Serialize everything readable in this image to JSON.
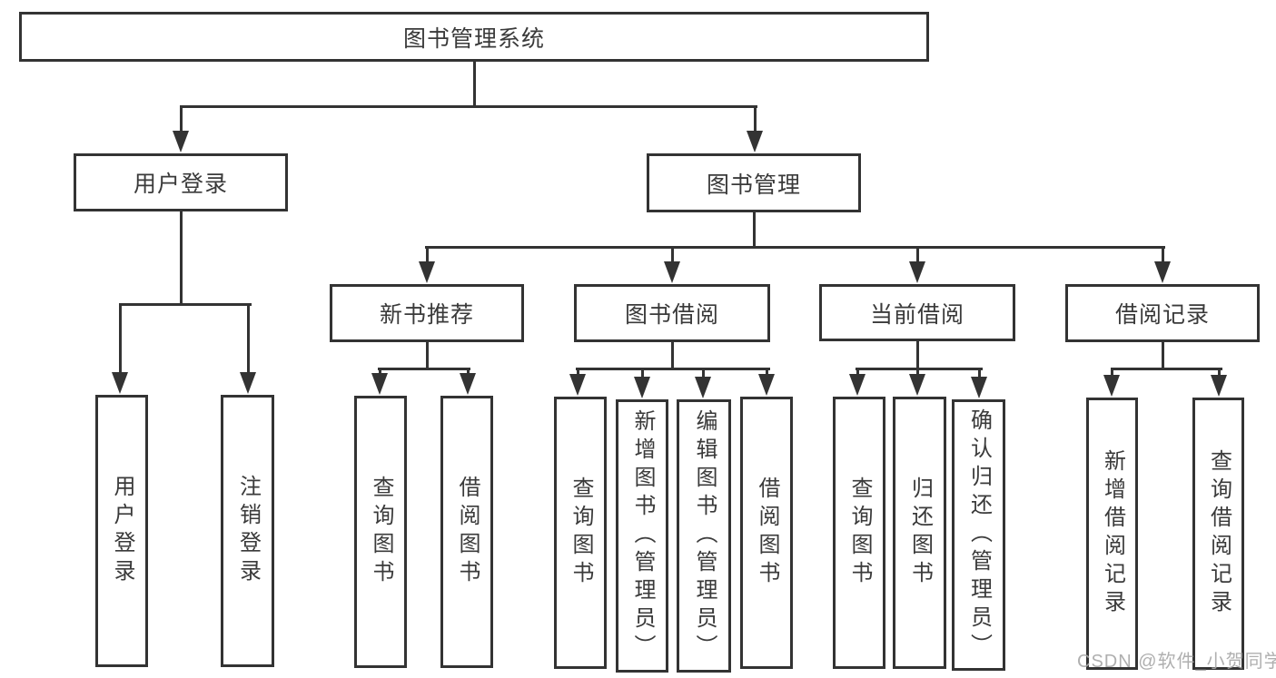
{
  "diagram": {
    "title": "图书管理系统",
    "nodes": {
      "root": {
        "label": "图书管理系统"
      },
      "user_login": {
        "label": "用户登录"
      },
      "book_management": {
        "label": "图书管理"
      },
      "new_book_recommend": {
        "label": "新书推荐"
      },
      "book_borrowing": {
        "label": "图书借阅"
      },
      "current_borrowing": {
        "label": "当前借阅"
      },
      "borrowing_records": {
        "label": "借阅记录"
      },
      "leaf_user_login": {
        "label": "用户登录"
      },
      "leaf_logout": {
        "label": "注销登录"
      },
      "leaf_nbr_query": {
        "label": "查询图书"
      },
      "leaf_nbr_borrow": {
        "label": "借阅图书"
      },
      "leaf_bb_query": {
        "label": "查询图书"
      },
      "leaf_bb_add": {
        "label": "新增图书（管理员）"
      },
      "leaf_bb_edit": {
        "label": "编辑图书（管理员）"
      },
      "leaf_bb_borrow": {
        "label": "借阅图书"
      },
      "leaf_cb_query": {
        "label": "查询图书"
      },
      "leaf_cb_return": {
        "label": "归还图书"
      },
      "leaf_cb_confirm": {
        "label": "确认归还（管理员）"
      },
      "leaf_br_add": {
        "label": "新增借阅记录"
      },
      "leaf_br_query": {
        "label": "查询借阅记录"
      }
    },
    "edges": [
      [
        "root",
        "user_login"
      ],
      [
        "root",
        "book_management"
      ],
      [
        "user_login",
        "leaf_user_login"
      ],
      [
        "user_login",
        "leaf_logout"
      ],
      [
        "book_management",
        "new_book_recommend"
      ],
      [
        "book_management",
        "book_borrowing"
      ],
      [
        "book_management",
        "current_borrowing"
      ],
      [
        "book_management",
        "borrowing_records"
      ],
      [
        "new_book_recommend",
        "leaf_nbr_query"
      ],
      [
        "new_book_recommend",
        "leaf_nbr_borrow"
      ],
      [
        "book_borrowing",
        "leaf_bb_query"
      ],
      [
        "book_borrowing",
        "leaf_bb_add"
      ],
      [
        "book_borrowing",
        "leaf_bb_edit"
      ],
      [
        "book_borrowing",
        "leaf_bb_borrow"
      ],
      [
        "current_borrowing",
        "leaf_cb_query"
      ],
      [
        "current_borrowing",
        "leaf_cb_return"
      ],
      [
        "current_borrowing",
        "leaf_cb_confirm"
      ],
      [
        "borrowing_records",
        "leaf_br_add"
      ],
      [
        "borrowing_records",
        "leaf_br_query"
      ]
    ]
  },
  "watermark": {
    "text": "CSDN @软件_小贺同学"
  },
  "colors": {
    "line": "#333333",
    "text": "#3a3a3a",
    "background": "#ffffff",
    "watermark": "#a8a8a8"
  }
}
